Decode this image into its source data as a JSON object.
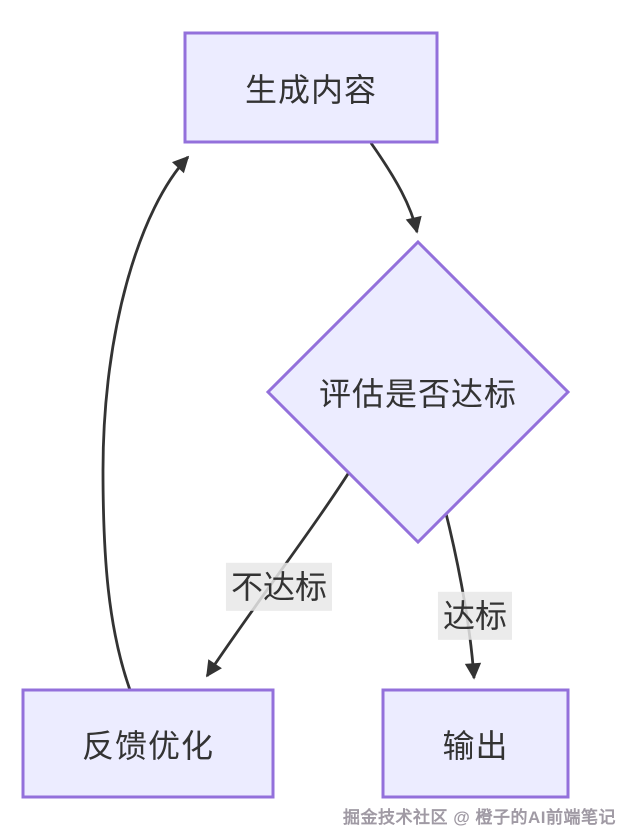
{
  "diagram": {
    "nodes": {
      "generate": {
        "label": "生成内容"
      },
      "evaluate": {
        "label": "评估是否达标"
      },
      "feedback": {
        "label": "反馈优化"
      },
      "output": {
        "label": "输出"
      }
    },
    "edge_labels": {
      "not_met": "不达标",
      "met": "达标"
    }
  },
  "watermark": {
    "text": "掘金技术社区 @ 橙子的AI前端笔记"
  },
  "theme": {
    "canvas-bg": "#ffffff",
    "node-fill": "#ececff",
    "node-border": "#9370db",
    "edge-color": "#333333",
    "text-color": "#333333",
    "watermark-color": "#a09aa4"
  }
}
